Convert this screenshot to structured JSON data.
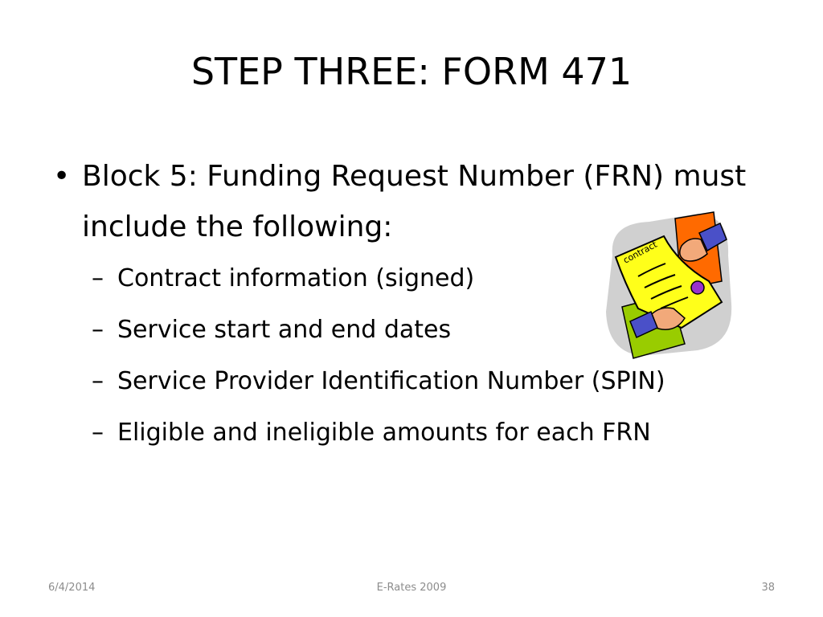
{
  "slide": {
    "title": "STEP THREE: FORM 471",
    "bullet": {
      "marker": "•",
      "text": "Block 5:  Funding Request Number (FRN) must include the following:",
      "sub_marker": "–",
      "items": [
        "Contract information (signed)",
        "Service start and end dates",
        "Service Provider Identification Number (SPIN)",
        "Eligible and ineligible amounts for each FRN"
      ]
    },
    "clipart": {
      "icon": "contract-handshake-clipart",
      "label": "contract",
      "colors": {
        "paper": "#ffff1a",
        "orange_card": "#ff6a00",
        "green_card": "#99cc00",
        "backdrop": "#d0d0d0",
        "sleeve": "#4a50c8",
        "seal": "#9933cc"
      }
    },
    "footer": {
      "date": "6/4/2014",
      "center": "E-Rates 2009",
      "page": "38"
    }
  }
}
